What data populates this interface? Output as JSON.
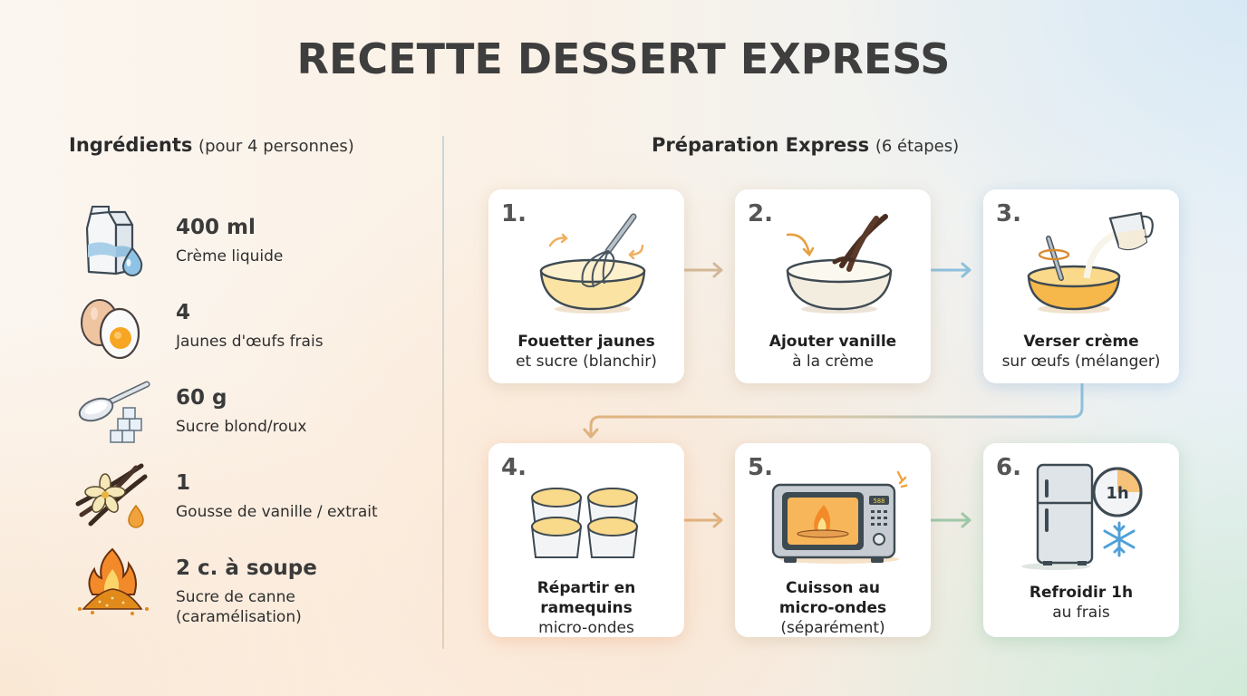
{
  "title": "RECETTE DESSERT EXPRESS",
  "ingredients_section": {
    "heading": "Ingrédients",
    "subheading": "(pour 4 personnes)",
    "items": [
      {
        "icon": "milk-carton-icon",
        "quantity": "400 ml",
        "name": "Crème liquide",
        "name2": ""
      },
      {
        "icon": "egg-icon",
        "quantity": "4",
        "name": "Jaunes d'œufs frais",
        "name2": ""
      },
      {
        "icon": "sugar-spoon-icon",
        "quantity": "60 g",
        "name": "Sucre blond/roux",
        "name2": ""
      },
      {
        "icon": "vanilla-icon",
        "quantity": "1",
        "name": "Gousse de vanille / extrait",
        "name2": ""
      },
      {
        "icon": "flame-sugar-icon",
        "quantity": "2 c. à soupe",
        "name": "Sucre de canne",
        "name2": "(caramélisation)"
      }
    ]
  },
  "preparation_section": {
    "heading": "Préparation Express",
    "subheading": "(6 étapes)",
    "steps": [
      {
        "number": "1.",
        "icon": "whisk-bowl-icon",
        "title": "Fouetter jaunes",
        "title2": "",
        "detail": "et sucre (blanchir)"
      },
      {
        "number": "2.",
        "icon": "vanilla-bowl-icon",
        "title": "Ajouter vanille",
        "title2": "",
        "detail": "à la crème"
      },
      {
        "number": "3.",
        "icon": "pour-cream-icon",
        "title": "Verser crème",
        "title2": "",
        "detail": "sur œufs (mélanger)"
      },
      {
        "number": "4.",
        "icon": "ramekins-icon",
        "title": "Répartir en",
        "title2": "ramequins",
        "detail": "micro-ondes"
      },
      {
        "number": "5.",
        "icon": "microwave-icon",
        "title": "Cuisson au",
        "title2": "micro-ondes",
        "detail": "(séparément)"
      },
      {
        "number": "6.",
        "icon": "fridge-timer-icon",
        "title": "Refroidir 1h",
        "title2": "",
        "detail": "au frais"
      }
    ]
  },
  "microwave_display": "588",
  "timer_label": "1h",
  "colors": {
    "title": "#3e3e3e",
    "arrow_warm": "#d9b88e",
    "arrow_blue": "#8ec0dc",
    "arrow_green": "#9fc7a8",
    "accent_orange": "#f0a23c"
  }
}
